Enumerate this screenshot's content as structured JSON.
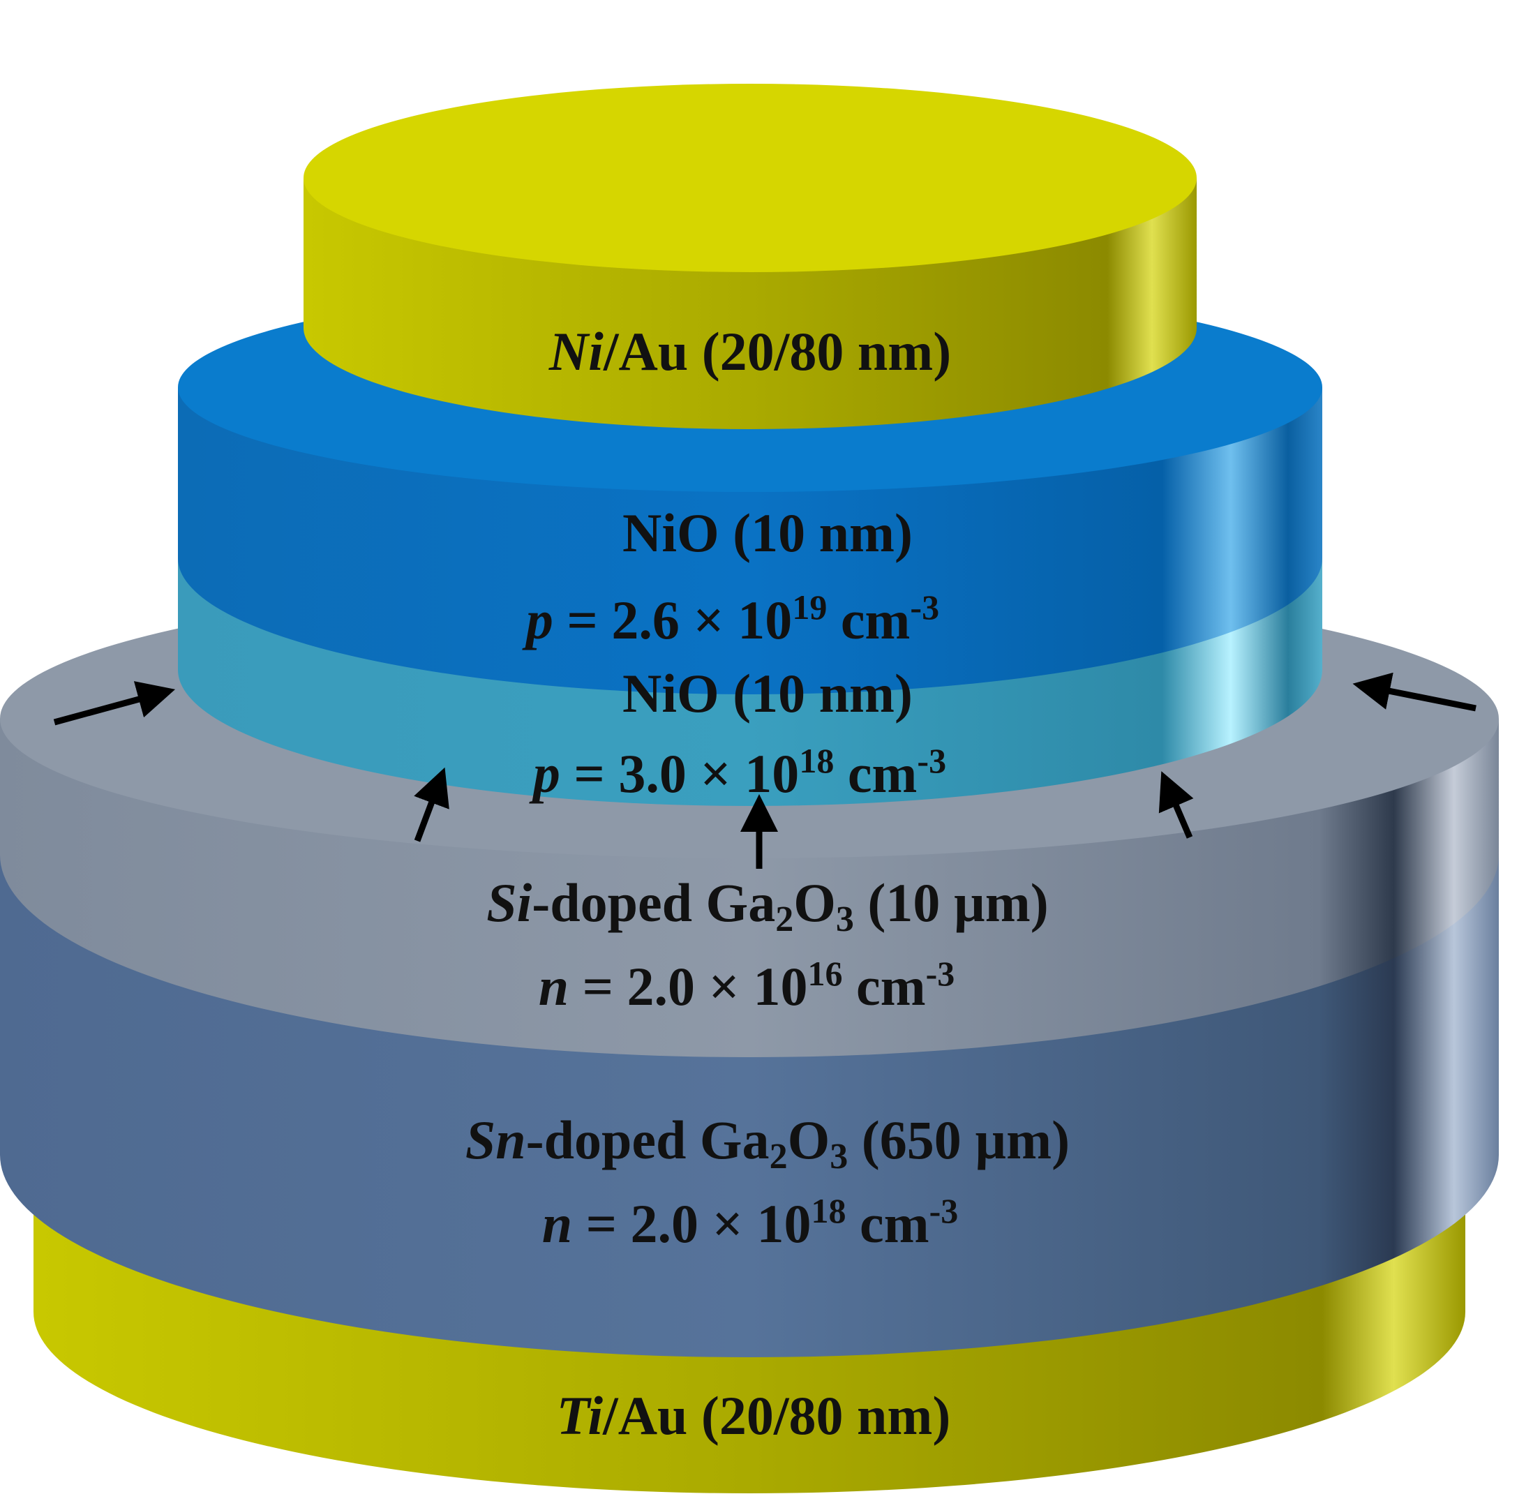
{
  "layers": {
    "top_contact": {
      "metal": "Ni",
      "rest": "/Au (20/80 nm)"
    },
    "nio_upper": {
      "title": "NiO (10 nm)",
      "carrier_symbol": "p",
      "concentration_base": " = 2.6 × 10",
      "concentration_exp": "19",
      "unit": " cm",
      "unit_exp": "-3"
    },
    "nio_lower": {
      "title": "NiO (10 nm)",
      "carrier_symbol": "p",
      "concentration_base": " = 3.0 × 10",
      "concentration_exp": "18",
      "unit": " cm",
      "unit_exp": "-3"
    },
    "si_epi": {
      "dopant": "Si",
      "doped": "-doped Ga",
      "sub1": "2",
      "o": "O",
      "sub2": "3",
      "thickness": " (10 µm)",
      "carrier_symbol": "n",
      "concentration_base": " = 2.0 × 10",
      "concentration_exp": "16",
      "unit": " cm",
      "unit_exp": "-3"
    },
    "sn_substrate": {
      "dopant": "Sn",
      "doped": "-doped Ga",
      "sub1": "2",
      "o": "O",
      "sub2": "3",
      "thickness": " (650 µm)",
      "carrier_symbol": "n",
      "concentration_base": " = 2.0 × 10",
      "concentration_exp": "18",
      "unit": " cm",
      "unit_exp": "-3"
    },
    "bottom_contact": {
      "metal": "Ti",
      "rest": "/Au (20/80 nm)"
    }
  },
  "colors": {
    "metal_gold": "#d6d600",
    "nio_upper_blue": "#0a72c4",
    "nio_lower_cyan": "#3a9fbf",
    "si_gray": "#8e99a8",
    "sn_slate": "#56739a"
  }
}
